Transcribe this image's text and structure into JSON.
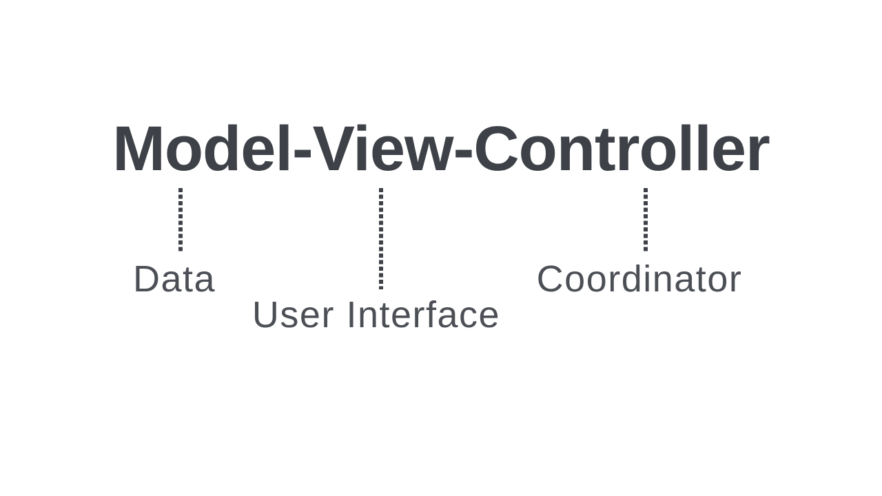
{
  "slide": {
    "title": "Model-View-Controller",
    "parts": [
      {
        "term": "Model",
        "label": "Data"
      },
      {
        "term": "View",
        "label": "User Interface"
      },
      {
        "term": "Controller",
        "label": "Coordinator"
      }
    ]
  },
  "colors": {
    "background": "#ffffff",
    "title_text": "#3e4147",
    "label_text": "#4c4f55",
    "connector": "#3e4147"
  }
}
